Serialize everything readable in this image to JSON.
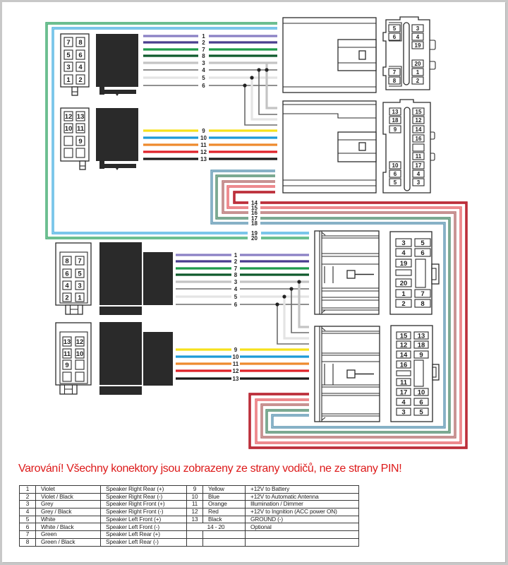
{
  "warning": "Varování! Všechny konektory jsou zobrazeny ze strany vodičů, ne ze strany PIN!",
  "colors": {
    "violet": "#8a80c4",
    "violet_black": "#4a3e8e",
    "green": "#1e9a4b",
    "green_black": "#0f5a2c",
    "grey": "#c4c4c4",
    "grey_black": "#6b6b6b",
    "white": "#e4e4e4",
    "white_black": "#6b6b6b",
    "yellow": "#f6e11c",
    "blue": "#1e9ad6",
    "orange": "#ee8a2d",
    "red": "#df2229",
    "black": "#1b1b1b",
    "dark_red": "#b2101e",
    "light_red": "#e86369",
    "rose": "#b56e6e",
    "sage_green": "#4f8c6d",
    "steel_blue": "#5f97b3",
    "sky_blue": "#4fb2e2",
    "mint_green": "#3aa86b",
    "connector_body": "#2a2a2a",
    "warning": "#dd1a1a"
  },
  "wires": {
    "speaker": [
      {
        "num": "1",
        "color": "violet"
      },
      {
        "num": "2",
        "color": "violet_black"
      },
      {
        "num": "7",
        "color": "green"
      },
      {
        "num": "8",
        "color": "green_black"
      },
      {
        "num": "3",
        "color": "grey"
      },
      {
        "num": "4",
        "color": "grey_black"
      },
      {
        "num": "5",
        "color": "white"
      },
      {
        "num": "6",
        "color": "white_black"
      }
    ],
    "power": [
      {
        "num": "9",
        "color": "yellow"
      },
      {
        "num": "10",
        "color": "blue"
      },
      {
        "num": "11",
        "color": "orange"
      },
      {
        "num": "12",
        "color": "red"
      },
      {
        "num": "13",
        "color": "black"
      }
    ],
    "optional": [
      {
        "num": "14",
        "color": "dark_red"
      },
      {
        "num": "15",
        "color": "light_red"
      },
      {
        "num": "16",
        "color": "rose"
      },
      {
        "num": "17",
        "color": "sage_green"
      },
      {
        "num": "18",
        "color": "steel_blue"
      }
    ],
    "antenna": [
      {
        "num": "19",
        "color": "sky_blue"
      },
      {
        "num": "20",
        "color": "mint_green"
      }
    ]
  },
  "connectors": {
    "radio_speaker_top": [
      [
        "7",
        "8"
      ],
      [
        "5",
        "6"
      ],
      [
        "3",
        "4"
      ],
      [
        "1",
        "2"
      ]
    ],
    "radio_power_top": [
      [
        "12",
        "13"
      ],
      [
        "10",
        "11"
      ],
      [
        "",
        "9"
      ],
      [
        "",
        ""
      ]
    ],
    "car_10pin_top": {
      "left": [
        "5",
        "6",
        "7",
        "8"
      ],
      "right": [
        "3",
        "4",
        "19",
        "20",
        "1",
        "2"
      ]
    },
    "car_20pin_top": {
      "left": [
        "13",
        "18",
        "9",
        "10",
        "6",
        "5"
      ],
      "right": [
        "15",
        "12",
        "14",
        "16",
        "",
        "11",
        "17",
        "4",
        "3"
      ]
    },
    "radio_speaker_bottom": [
      [
        "8",
        "7"
      ],
      [
        "6",
        "5"
      ],
      [
        "4",
        "3"
      ],
      [
        "2",
        "1"
      ]
    ],
    "radio_power_bottom": [
      [
        "13",
        "12"
      ],
      [
        "11",
        "10"
      ],
      [
        "9",
        ""
      ],
      [
        "",
        ""
      ]
    ],
    "car_speaker_bottom": {
      "left": [
        "3",
        "4",
        "19",
        "20",
        "1",
        "2"
      ],
      "right": [
        "5",
        "6",
        "7",
        "8"
      ]
    },
    "car_power_bottom": {
      "left": [
        "15",
        "12",
        "14",
        "16",
        "11",
        "17",
        "4",
        "3"
      ],
      "right": [
        "13",
        "18",
        "9",
        "10",
        "6",
        "5"
      ]
    }
  },
  "legend": {
    "rows": [
      {
        "pin": "1",
        "color": "Violet",
        "function": "Speaker Right Rear (+)",
        "pin2": "9",
        "color2": "Yellow",
        "function2": "+12V to Battery"
      },
      {
        "pin": "2",
        "color": "Violet / Black",
        "function": "Speaker Right Rear (-)",
        "pin2": "10",
        "color2": "Blue",
        "function2": "+12V to Automatic Antenna"
      },
      {
        "pin": "3",
        "color": "Grey",
        "function": "Speaker Right Front (+)",
        "pin2": "11",
        "color2": "Orange",
        "function2": "Illumination / Dimmer"
      },
      {
        "pin": "4",
        "color": "Grey / Black",
        "function": "Speaker Right Front (-)",
        "pin2": "12",
        "color2": "Red",
        "function2": "+12V to Ingnition (ACC power ON)"
      },
      {
        "pin": "5",
        "color": "White",
        "function": "Speaker Left Front (+)",
        "pin2": "13",
        "color2": "Black",
        "function2": "GROUND (-)"
      },
      {
        "pin": "6",
        "color": "White / Black",
        "function": "Speaker Left Front (-)",
        "range": "14 - 20",
        "function2": "Optional"
      },
      {
        "pin": "7",
        "color": "Green",
        "function": "Speaker Left Rear (+)"
      },
      {
        "pin": "8",
        "color": "Green / Black",
        "function": "Speaker Left Rear (-)"
      }
    ]
  }
}
